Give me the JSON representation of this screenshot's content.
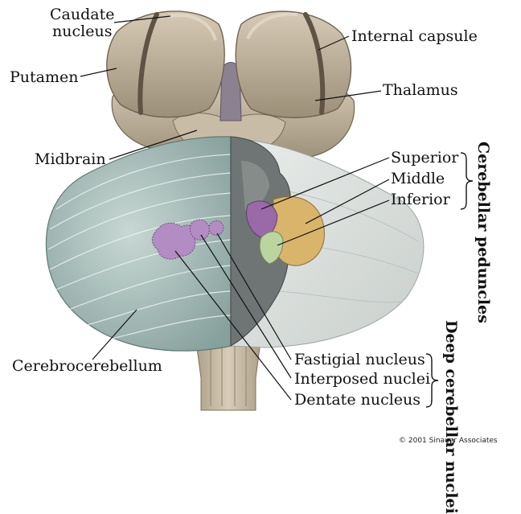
{
  "labels": {
    "caudate_nucleus": "Caudate\nnucleus",
    "putamen": "Putamen",
    "internal_capsule": "Internal capsule",
    "thalamus": "Thalamus",
    "midbrain": "Midbrain",
    "superior": "Superior",
    "middle": "Middle",
    "inferior": "Inferior",
    "cerebellar_peduncles": "Cerebellar peduncles",
    "cerebrocerebellum": "Cerebrocerebellum",
    "fastigial_nucleus": "Fastigial nucleus",
    "interposed_nuclei": "Interposed nuclei",
    "dentate_nucleus": "Dentate nucleus",
    "deep_cerebellar_nuclei": "Deep cerebellar nuclei"
  },
  "copyright": "© 2001 Sinauer Associates",
  "colors": {
    "brain_tan": "#b9ab95",
    "cerebellum_teal": "#a8bfbb",
    "cut_section_gray": "#6f7574",
    "peduncle_superior": "#9a6aa8",
    "peduncle_middle": "#d9b56b",
    "peduncle_inferior": "#bcd4a0",
    "deep_nuclei": "#b38cc4"
  }
}
